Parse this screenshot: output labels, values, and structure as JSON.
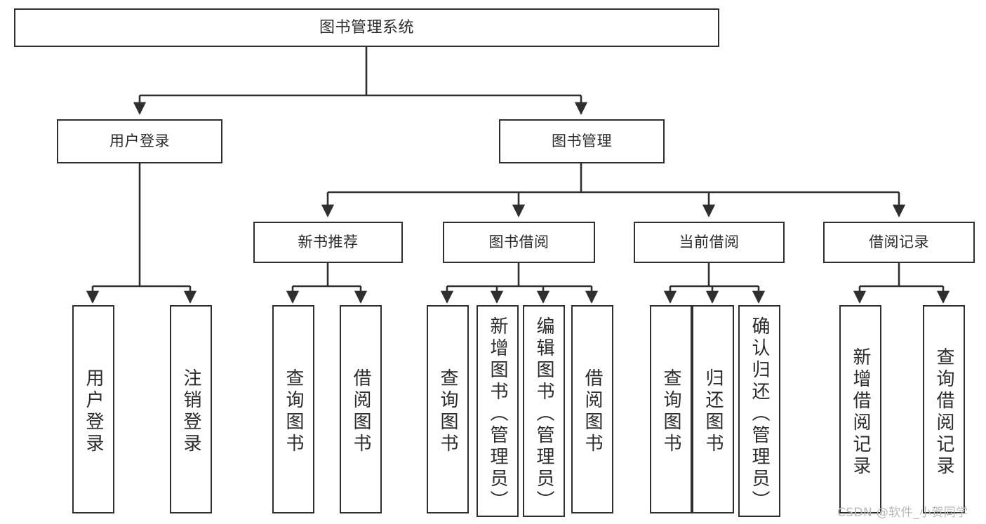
{
  "diagram": {
    "title": "图书管理系统",
    "type": "tree-hierarchy",
    "colors": {
      "border": "#2f2f2f",
      "text": "#2b2b2b",
      "background": "#ffffff",
      "edge": "#2f2f2f",
      "watermark": "#b9b9b9"
    },
    "nodes": {
      "root": {
        "label": "图书管理系统"
      },
      "level2": [
        {
          "id": "user-login",
          "label": "用户登录"
        },
        {
          "id": "book-manage",
          "label": "图书管理"
        }
      ],
      "level3": [
        {
          "id": "new-book-rec",
          "label": "新书推荐"
        },
        {
          "id": "book-borrow",
          "label": "图书借阅"
        },
        {
          "id": "current-borrow",
          "label": "当前借阅"
        },
        {
          "id": "borrow-record",
          "label": "借阅记录"
        }
      ],
      "leaves": {
        "user-login": [
          {
            "id": "leaf-user-login",
            "label": "用户登录"
          },
          {
            "id": "leaf-logout-login",
            "label": "注销登录"
          }
        ],
        "new-book-rec": [
          {
            "id": "leaf-query-book-1",
            "label": "查询图书"
          },
          {
            "id": "leaf-borrow-book-1",
            "label": "借阅图书"
          }
        ],
        "book-borrow": [
          {
            "id": "leaf-query-book-2",
            "label": "查询图书"
          },
          {
            "id": "leaf-add-book",
            "label": "新增图书（管理员）"
          },
          {
            "id": "leaf-edit-book",
            "label": "编辑图书（管理员）"
          },
          {
            "id": "leaf-borrow-book-2",
            "label": "借阅图书"
          }
        ],
        "current-borrow": [
          {
            "id": "leaf-query-book-3",
            "label": "查询图书"
          },
          {
            "id": "leaf-return-book",
            "label": "归还图书"
          },
          {
            "id": "leaf-confirm-return",
            "label": "确认归还（管理员）"
          }
        ],
        "borrow-record": [
          {
            "id": "leaf-add-record",
            "label": "新增借阅记录"
          },
          {
            "id": "leaf-query-record",
            "label": "查询借阅记录"
          }
        ]
      }
    },
    "watermark": "CSDN @软件_小贺同学"
  }
}
